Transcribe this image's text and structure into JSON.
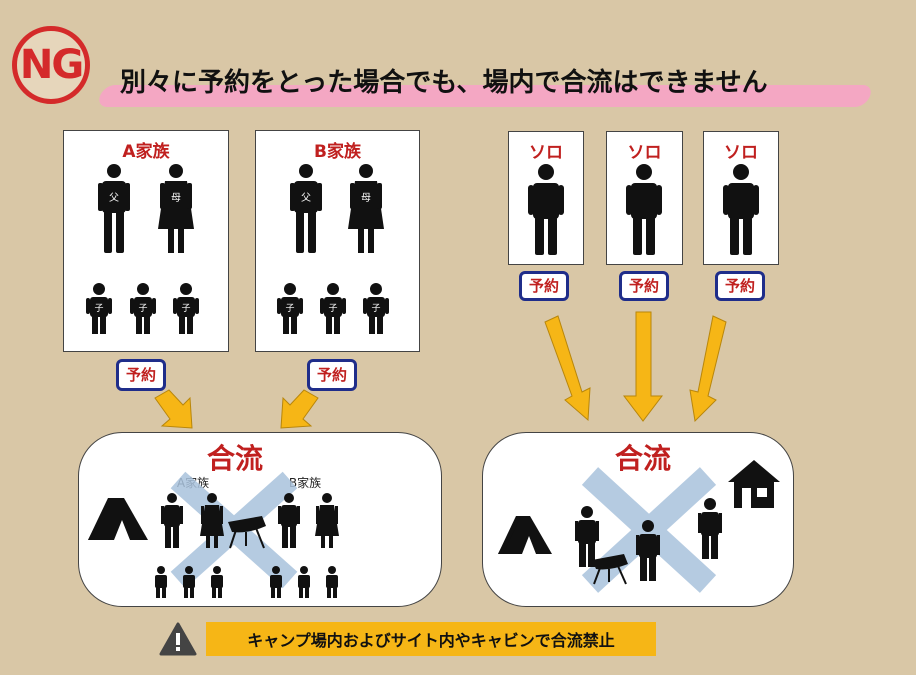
{
  "header": {
    "badge": "NG",
    "title": "別々に予約をとった場合でも、場内で合流はできません"
  },
  "left": {
    "families": [
      {
        "title": "A家族",
        "father": "父",
        "mother": "母",
        "child": "子",
        "reserve": "予約"
      },
      {
        "title": "B家族",
        "father": "父",
        "mother": "母",
        "child": "子",
        "reserve": "予約"
      }
    ],
    "merge": {
      "title": "合流",
      "label_a": "A家族",
      "label_b": "B家族"
    }
  },
  "right": {
    "solos": [
      {
        "title": "ソロ",
        "reserve": "予約"
      },
      {
        "title": "ソロ",
        "reserve": "予約"
      },
      {
        "title": "ソロ",
        "reserve": "予約"
      }
    ],
    "merge": {
      "title": "合流"
    }
  },
  "footer": {
    "icon": "warning-icon",
    "text": "キャンプ場内およびサイト内やキャビンで合流禁止"
  },
  "colors": {
    "background": "#d9c7a6",
    "accent_red": "#c0201f",
    "tag_border": "#1f2d8a",
    "arrow": "#f6b616",
    "cross": "#a9c2dc",
    "highlight": "#f4a7c3"
  }
}
